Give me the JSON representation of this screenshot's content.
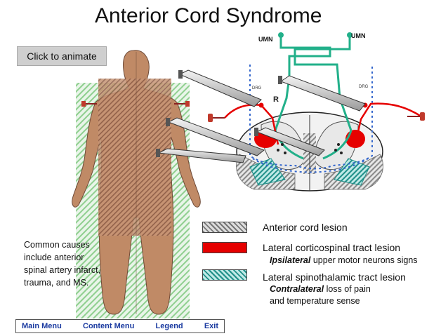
{
  "title": "Anterior Cord Syndrome",
  "animate_button": "Click to animate",
  "diagram_labels": {
    "umn_left": "UMN",
    "umn_right": "UMN",
    "drg_left": "DRG",
    "drg_right": "DRG",
    "r_label": "R"
  },
  "legend": {
    "anterior": "Anterior cord lesion",
    "corticospinal": "Lateral corticospinal tract lesion",
    "corticospinal_note_emph": "Ipsilateral",
    "corticospinal_note_rest": " upper motor neurons signs",
    "spinothalamic": "Lateral spinothalamic tract lesion",
    "spinothalamic_note_emph": "Contralateral",
    "spinothalamic_note_rest": " loss of pain",
    "spinothalamic_note_line2": "and temperature sense"
  },
  "causes": "Common causes include anterior spinal artery infarct, trauma, and MS.",
  "menu": {
    "main": "Main Menu",
    "content": "Content Menu",
    "legend": "Legend",
    "exit": "Exit"
  },
  "colors": {
    "lesion_red": "#e60000",
    "tract_teal": "#1f8f88",
    "pathway_green": "#22b08a",
    "body_tan": "#c08a66",
    "dashed_blue": "#3366cc"
  }
}
